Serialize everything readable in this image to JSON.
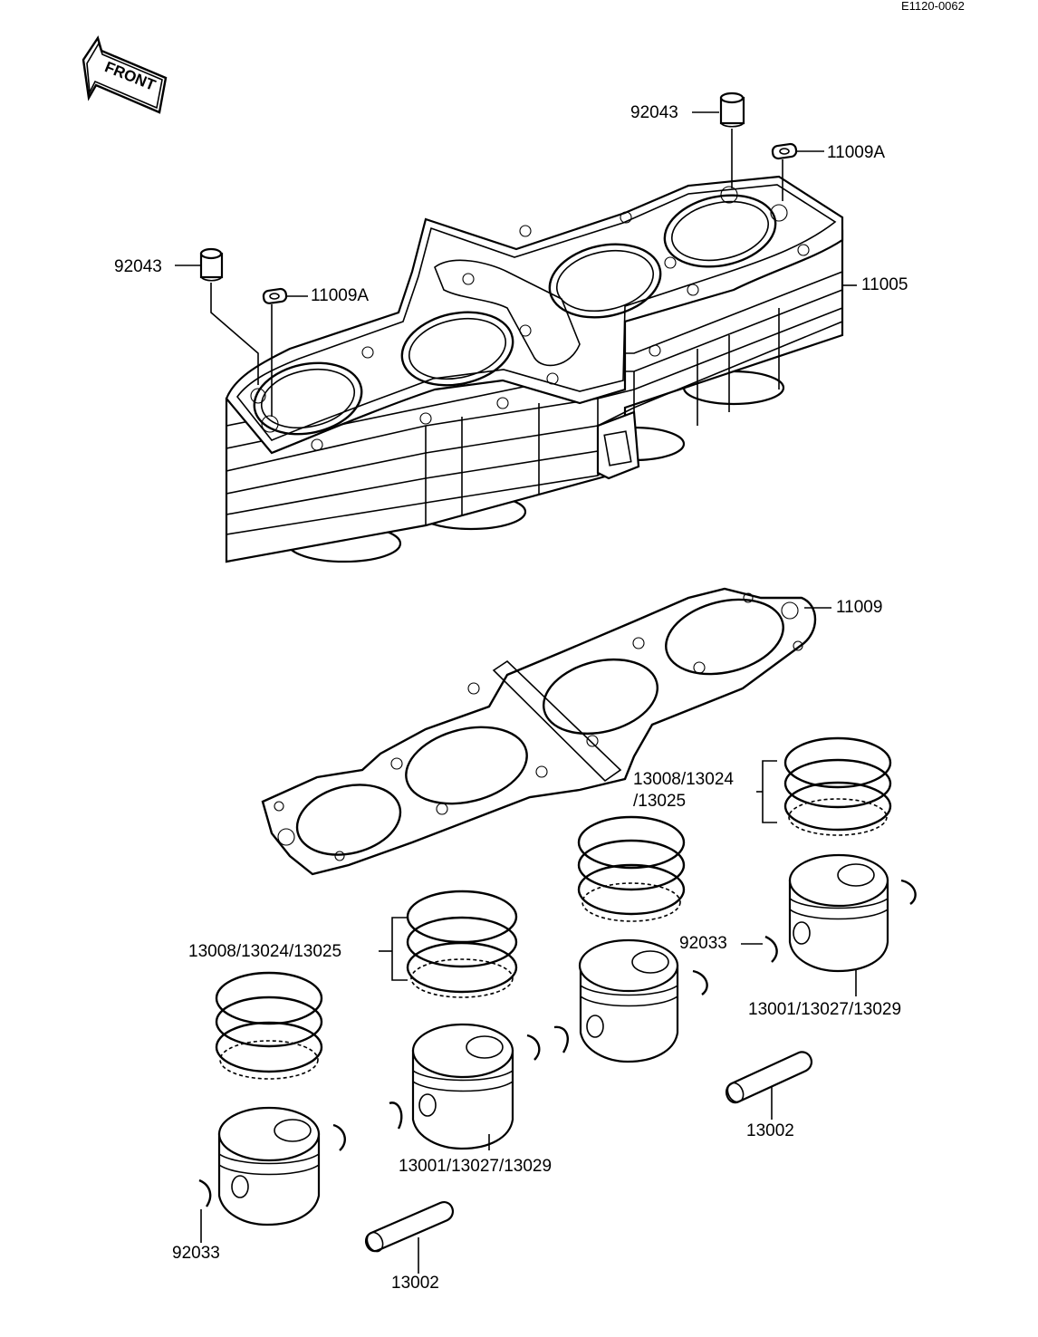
{
  "diagram": {
    "code": "E1120-0062",
    "front_arrow": "FRONT",
    "labels": {
      "dowel_top": "92043",
      "dowel_left": "92043",
      "grommet_top": "11009A",
      "grommet_left": "11009A",
      "cylinder_block": "11005",
      "head_gasket": "11009",
      "rings_right_line1": "13008/13024",
      "rings_right_line2": "/13025",
      "rings_left": "13008/13024/13025",
      "circlip_right": "92033",
      "circlip_left": "92033",
      "piston_right": "13001/13027/13029",
      "piston_left": "13001/13027/13029",
      "pin_right": "13002",
      "pin_left": "13002"
    }
  }
}
